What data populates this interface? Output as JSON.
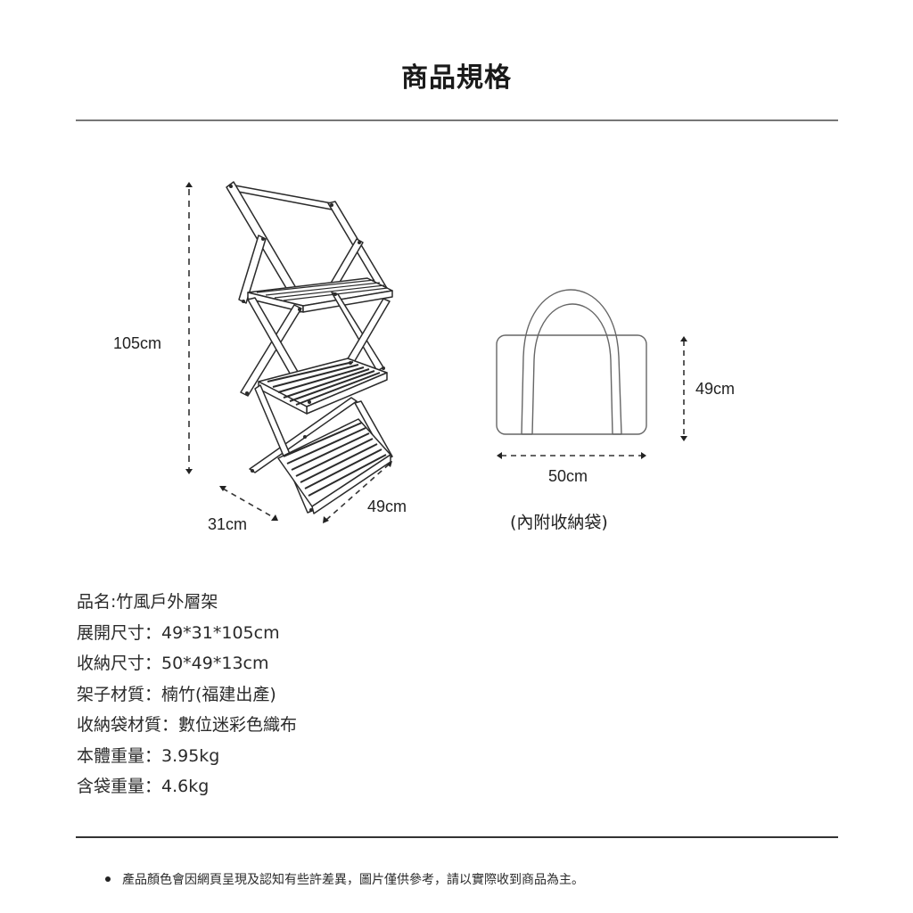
{
  "header": {
    "title": "商品規格"
  },
  "illustration": {
    "rack": {
      "height_label": "105cm",
      "depth_label": "31cm",
      "width_label": "49cm"
    },
    "bag": {
      "height_label": "49cm",
      "width_label": "50cm",
      "caption": "(內附收納袋)"
    },
    "line_color": "#2b2b2b",
    "bag_line_color": "#666666"
  },
  "specs": {
    "rows": [
      {
        "text": "品名:竹風戶外層架"
      },
      {
        "text": "展開尺寸：49*31*105cm"
      },
      {
        "text": "收納尺寸：50*49*13cm"
      },
      {
        "text": "架子材質：楠竹(福建出產)"
      },
      {
        "text": "收納袋材質：數位迷彩色織布"
      },
      {
        "text": "本體重量：3.95kg"
      },
      {
        "text": "含袋重量：4.6kg"
      }
    ]
  },
  "footer": {
    "note": "產品顏色會因網頁呈現及認知有些許差異，圖片僅供參考，請以實際收到商品為主。"
  }
}
